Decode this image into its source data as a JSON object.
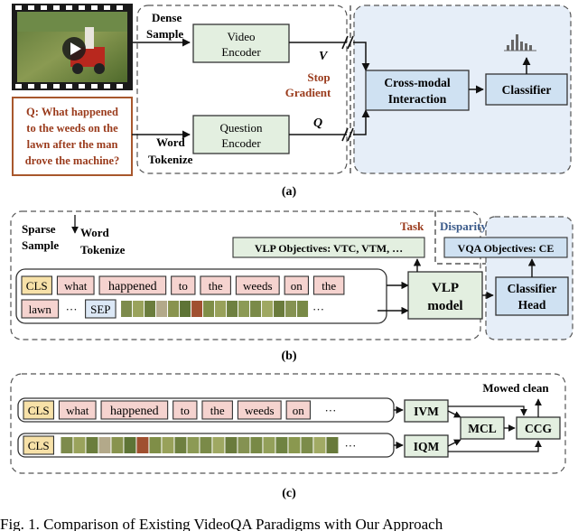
{
  "colors": {
    "green_fill": "#e3efe0",
    "blue_fill": "#cfe1f2",
    "blue_panel": "#e6eef8",
    "dark_red": "#9a3b1c",
    "question_border": "#a8572c",
    "cls_fill": "#f7e1a8",
    "word_fill": "#f5d3cf",
    "sep_fill": "#dce8f6",
    "panel_stroke": "#555555"
  },
  "panel_a": {
    "dense_sample": [
      "Dense",
      "Sample"
    ],
    "video_encoder": [
      "Video",
      "Encoder"
    ],
    "question_encoder": [
      "Question",
      "Encoder"
    ],
    "word_tokenize": [
      "Word",
      "Tokenize"
    ],
    "v_symbol": "V",
    "q_symbol": "Q",
    "stop_gradient": [
      "Stop",
      "Gradient"
    ],
    "cross_modal": [
      "Cross-modal",
      "Interaction"
    ],
    "classifier": "Classifier",
    "question_lines": [
      "Q: What happened",
      "to the weeds on the",
      "lawn after the man",
      "drove the machine?"
    ],
    "label": "(a)"
  },
  "panel_b": {
    "sparse_sample": [
      "Sparse",
      "Sample"
    ],
    "word_tokenize": [
      "Word",
      "Tokenize"
    ],
    "task_label": "Task",
    "disparity_label": "Disparity",
    "vlp_objectives": "VLP Objectives: VTC, VTM, …",
    "vqa_objectives": "VQA Objectives: CE",
    "vlp_model": [
      "VLP",
      "model"
    ],
    "classifier_head": [
      "Classifier",
      "Head"
    ],
    "tokens_row1": [
      "CLS",
      "what",
      "happened",
      "to",
      "the",
      "weeds",
      "on",
      "the"
    ],
    "tokens_row2_words": [
      "lawn"
    ],
    "ellipsis": "···",
    "sep": "SEP",
    "label": "(b)"
  },
  "panel_c": {
    "mowed_clean": "Mowed clean",
    "tokens": [
      "CLS",
      "what",
      "happened",
      "to",
      "the",
      "weeds",
      "on"
    ],
    "cls2": "CLS",
    "ellipsis": "···",
    "ivm": "IVM",
    "iqm": "IQM",
    "mcl": "MCL",
    "ccg": "CCG",
    "label": "(c)"
  },
  "caption": "Fig. 1.   Comparison of Existing VideoQA Paradigms with Our Approach"
}
